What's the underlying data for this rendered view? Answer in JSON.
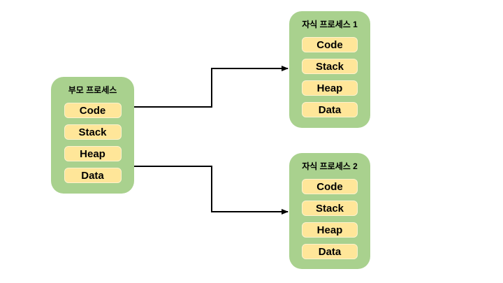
{
  "diagram": {
    "title_hint": "Process fork diagram",
    "parent": {
      "title": "부모 프로세스",
      "blocks": [
        "Code",
        "Stack",
        "Heap",
        "Data"
      ]
    },
    "children": [
      {
        "title": "자식 프로세스 1",
        "blocks": [
          "Code",
          "Stack",
          "Heap",
          "Data"
        ]
      },
      {
        "title": "자식 프로세스 2",
        "blocks": [
          "Code",
          "Stack",
          "Heap",
          "Data"
        ]
      }
    ],
    "colors": {
      "process_box": "#A9D18E",
      "memory_block": "#FFE699",
      "memory_block_border": "#FFF2CC",
      "arrow": "#000000",
      "text": "#000000",
      "background": "#FFFFFF"
    }
  }
}
